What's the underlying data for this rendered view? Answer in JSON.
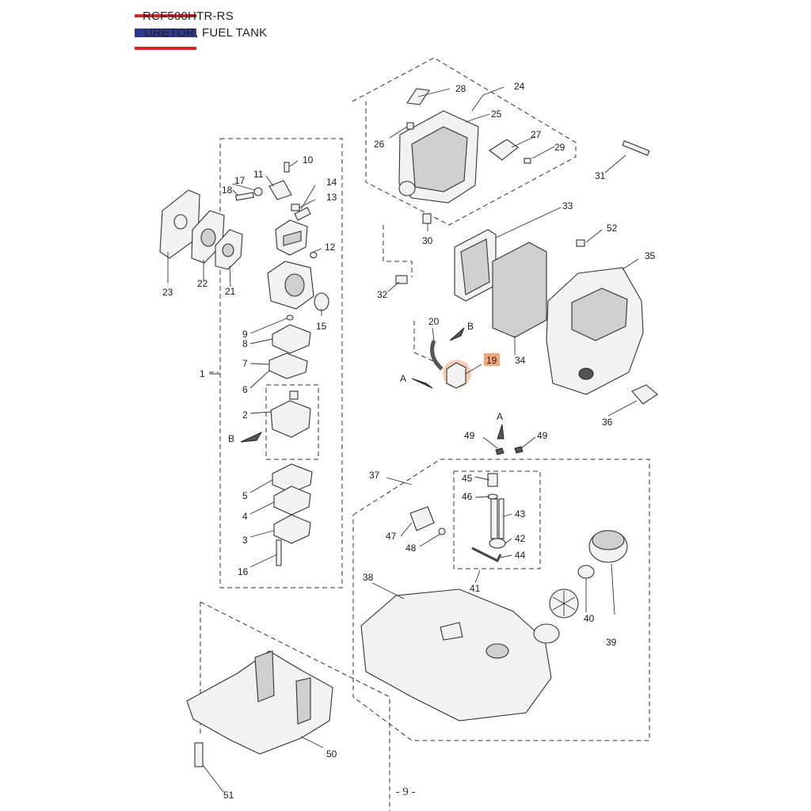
{
  "header": {
    "model": "RCF500HTR-RS",
    "section": "URETOR, FUEL TANK"
  },
  "page_number": "- 9 -",
  "flag_colors": [
    "#d7262b",
    "#ffffff",
    "#2b3a8c",
    "#ffffff",
    "#d7262b"
  ],
  "highlight": {
    "part": "19",
    "color": "#f4a57a"
  },
  "callouts": {
    "p1": "1",
    "p2": "2",
    "p3": "3",
    "p4": "4",
    "p5": "5",
    "p6": "6",
    "p7": "7",
    "p8": "8",
    "p9": "9",
    "p10": "10",
    "p11": "11",
    "p12": "12",
    "p13": "13",
    "p14": "14",
    "p15": "15",
    "p16": "16",
    "p17": "17",
    "p18": "18",
    "p19": "19",
    "p20": "20",
    "p21": "21",
    "p22": "22",
    "p23": "23",
    "p24": "24",
    "p25": "25",
    "p26": "26",
    "p27": "27",
    "p28": "28",
    "p29": "29",
    "p30": "30",
    "p31": "31",
    "p32": "32",
    "p33": "33",
    "p34": "34",
    "p35": "35",
    "p36": "36",
    "p37": "37",
    "p38": "38",
    "p39": "39",
    "p40": "40",
    "p41": "41",
    "p42": "42",
    "p43": "43",
    "p44": "44",
    "p45": "45",
    "p46": "46",
    "p47": "47",
    "p48": "48",
    "p49a": "49",
    "p49b": "49",
    "p50": "50",
    "p51": "51",
    "p52": "52"
  },
  "ref_marks": {
    "a_left": "A",
    "a_top": "A",
    "b_right": "B",
    "b_left": "B"
  }
}
